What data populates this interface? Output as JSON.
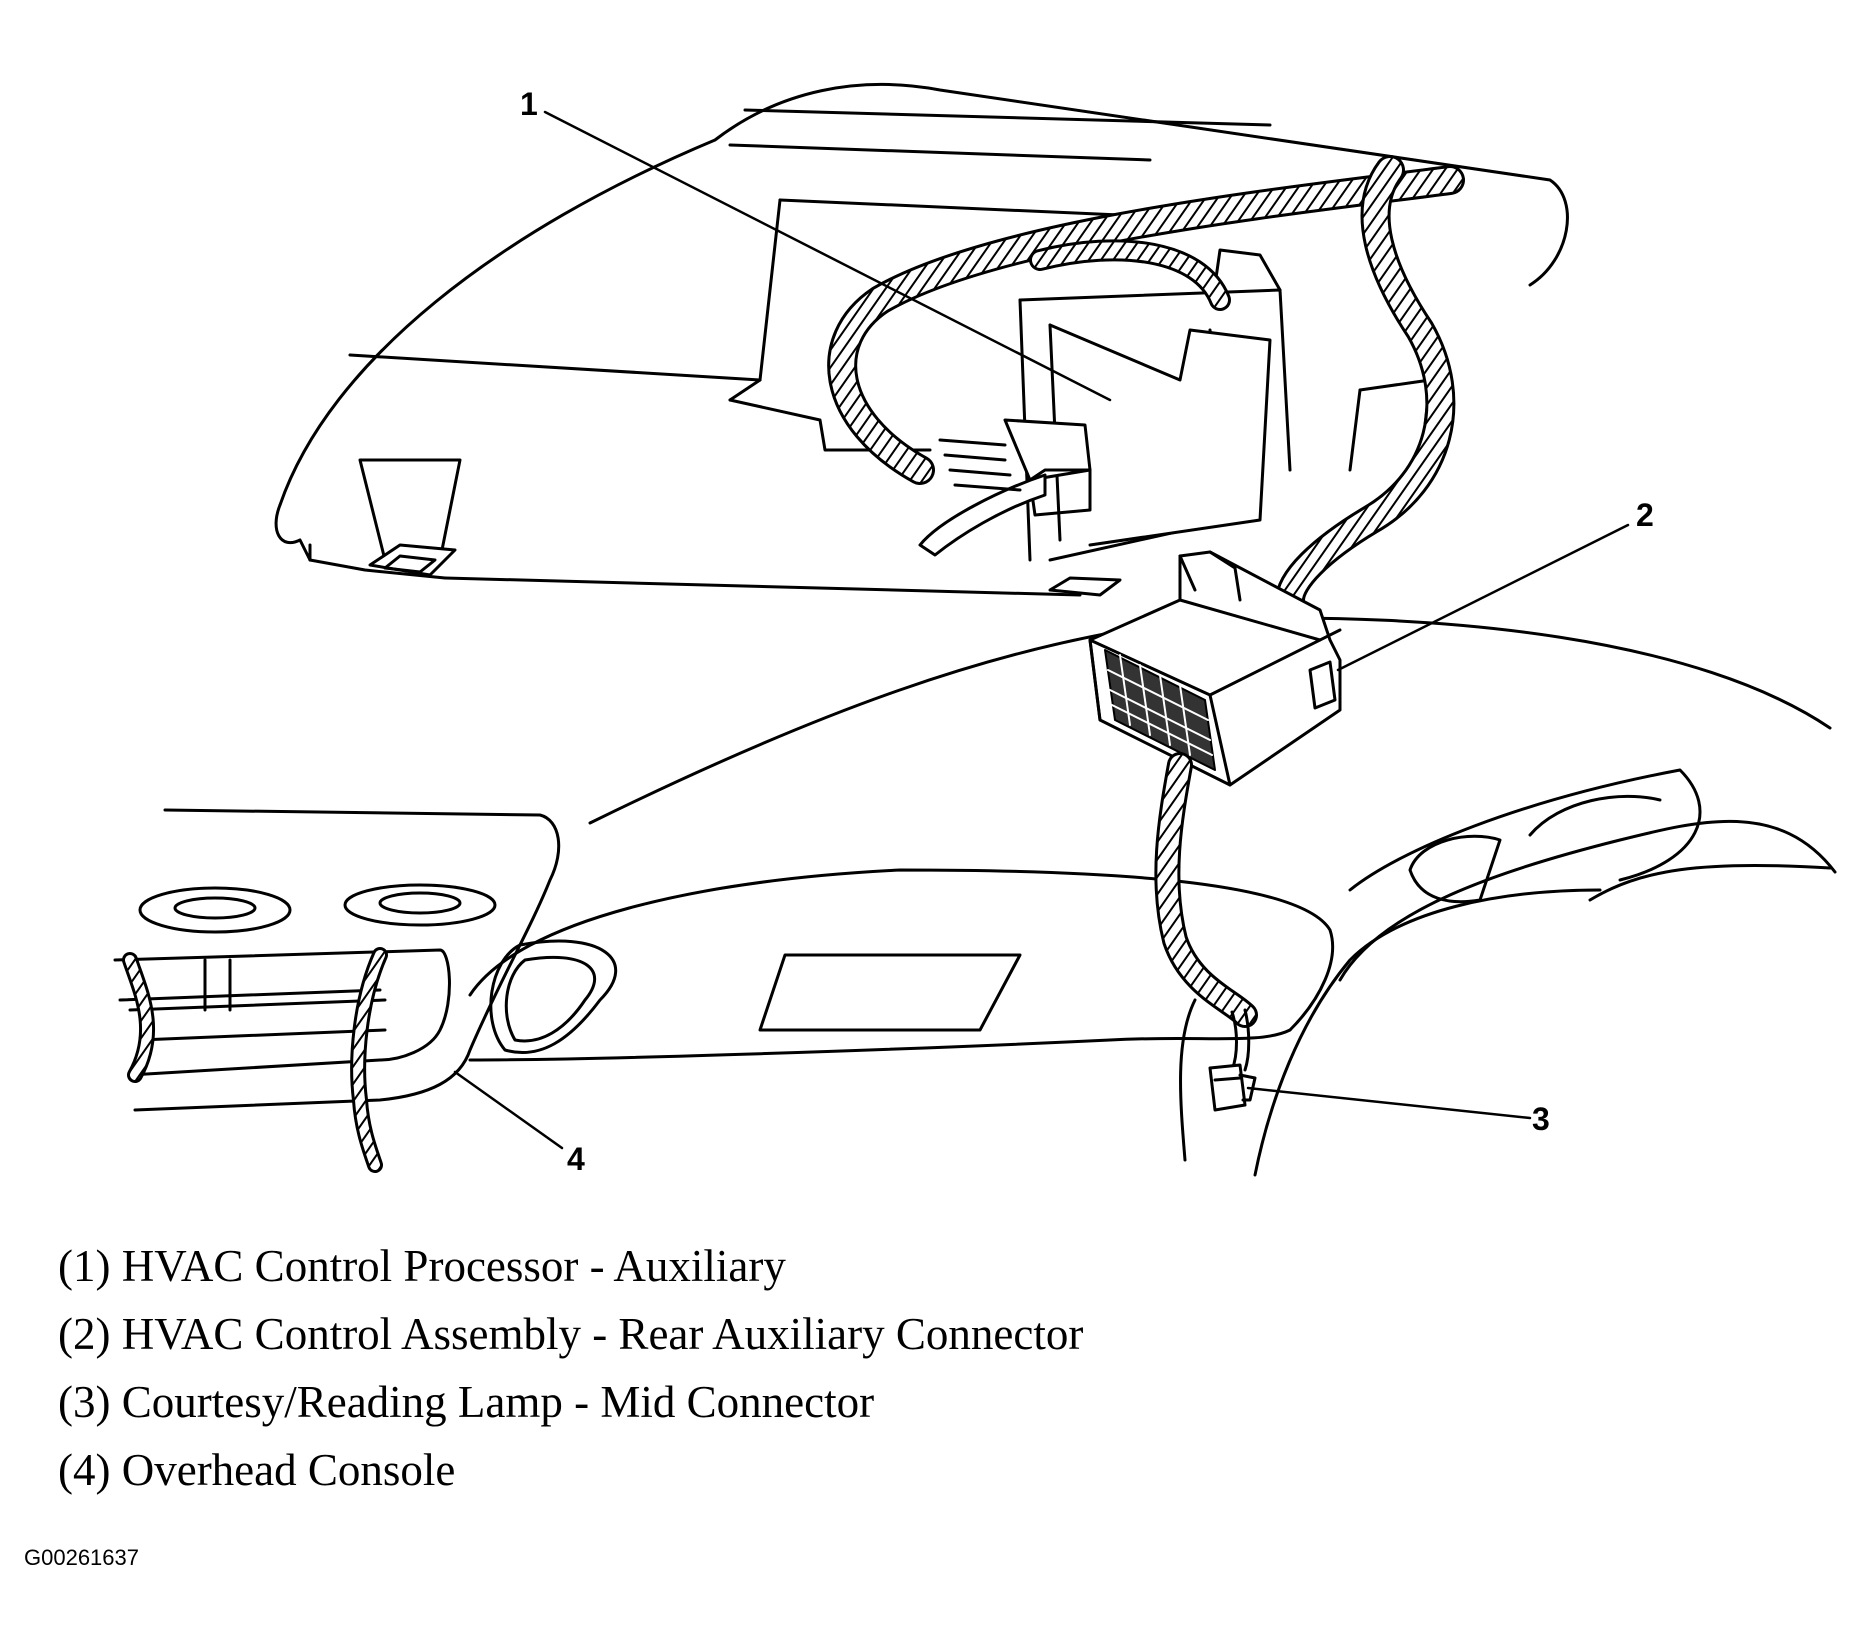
{
  "callouts": [
    {
      "number": "1"
    },
    {
      "number": "2"
    },
    {
      "number": "3"
    },
    {
      "number": "4"
    }
  ],
  "legend": [
    {
      "text": "(1) HVAC Control Processor - Auxiliary"
    },
    {
      "text": "(2) HVAC Control Assembly - Rear Auxiliary Connector"
    },
    {
      "text": "(3) Courtesy/Reading Lamp - Mid Connector"
    },
    {
      "text": "(4) Overhead Console"
    }
  ],
  "figure_id": "G00261637"
}
